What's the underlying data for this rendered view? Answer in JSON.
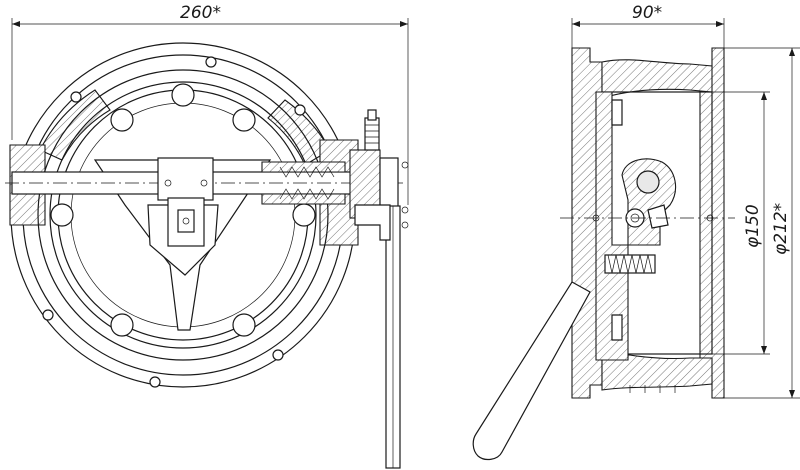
{
  "dimensions": {
    "overall_width": "260*",
    "body_length": "90*",
    "bore_diameter": "φ150",
    "flange_diameter": "φ212*"
  },
  "colors": {
    "line": "#1a1a1a",
    "hatch": "#555555",
    "fill": "#e8e8e8",
    "background": "#ffffff"
  }
}
